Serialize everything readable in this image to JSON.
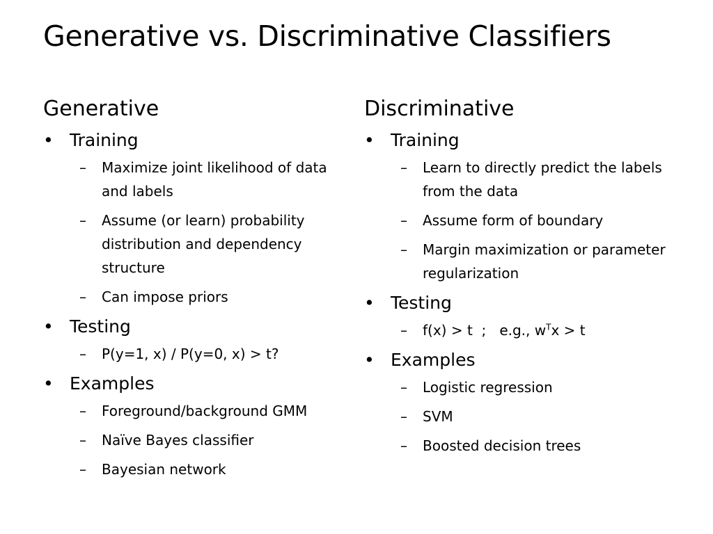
{
  "title": "Generative vs. Discriminative Classifiers",
  "left": {
    "heading": "Generative",
    "training": {
      "label": "Training",
      "items": [
        "Maximize joint likelihood of data and labels",
        "Assume (or learn) probability distribution and dependency structure",
        "Can impose priors"
      ]
    },
    "testing": {
      "label": "Testing",
      "items": [
        "P(y=1, x) / P(y=0, x) > t?"
      ]
    },
    "examples": {
      "label": "Examples",
      "items": [
        "Foreground/background GMM",
        "Naïve Bayes classifier",
        "Bayesian network"
      ]
    }
  },
  "right": {
    "heading": "Discriminative",
    "training": {
      "label": "Training",
      "items": [
        "Learn to directly predict the labels from the data",
        "Assume form of boundary",
        "Margin maximization or parameter regularization"
      ]
    },
    "testing": {
      "label": "Testing",
      "formula": {
        "before": "f(x) > t  ;   e.g., w",
        "sup": "T",
        "after": "x > t"
      }
    },
    "examples": {
      "label": "Examples",
      "items": [
        "Logistic regression",
        "SVM",
        "Boosted decision trees"
      ]
    }
  },
  "markers": {
    "bullet": "•",
    "sub": "–"
  }
}
